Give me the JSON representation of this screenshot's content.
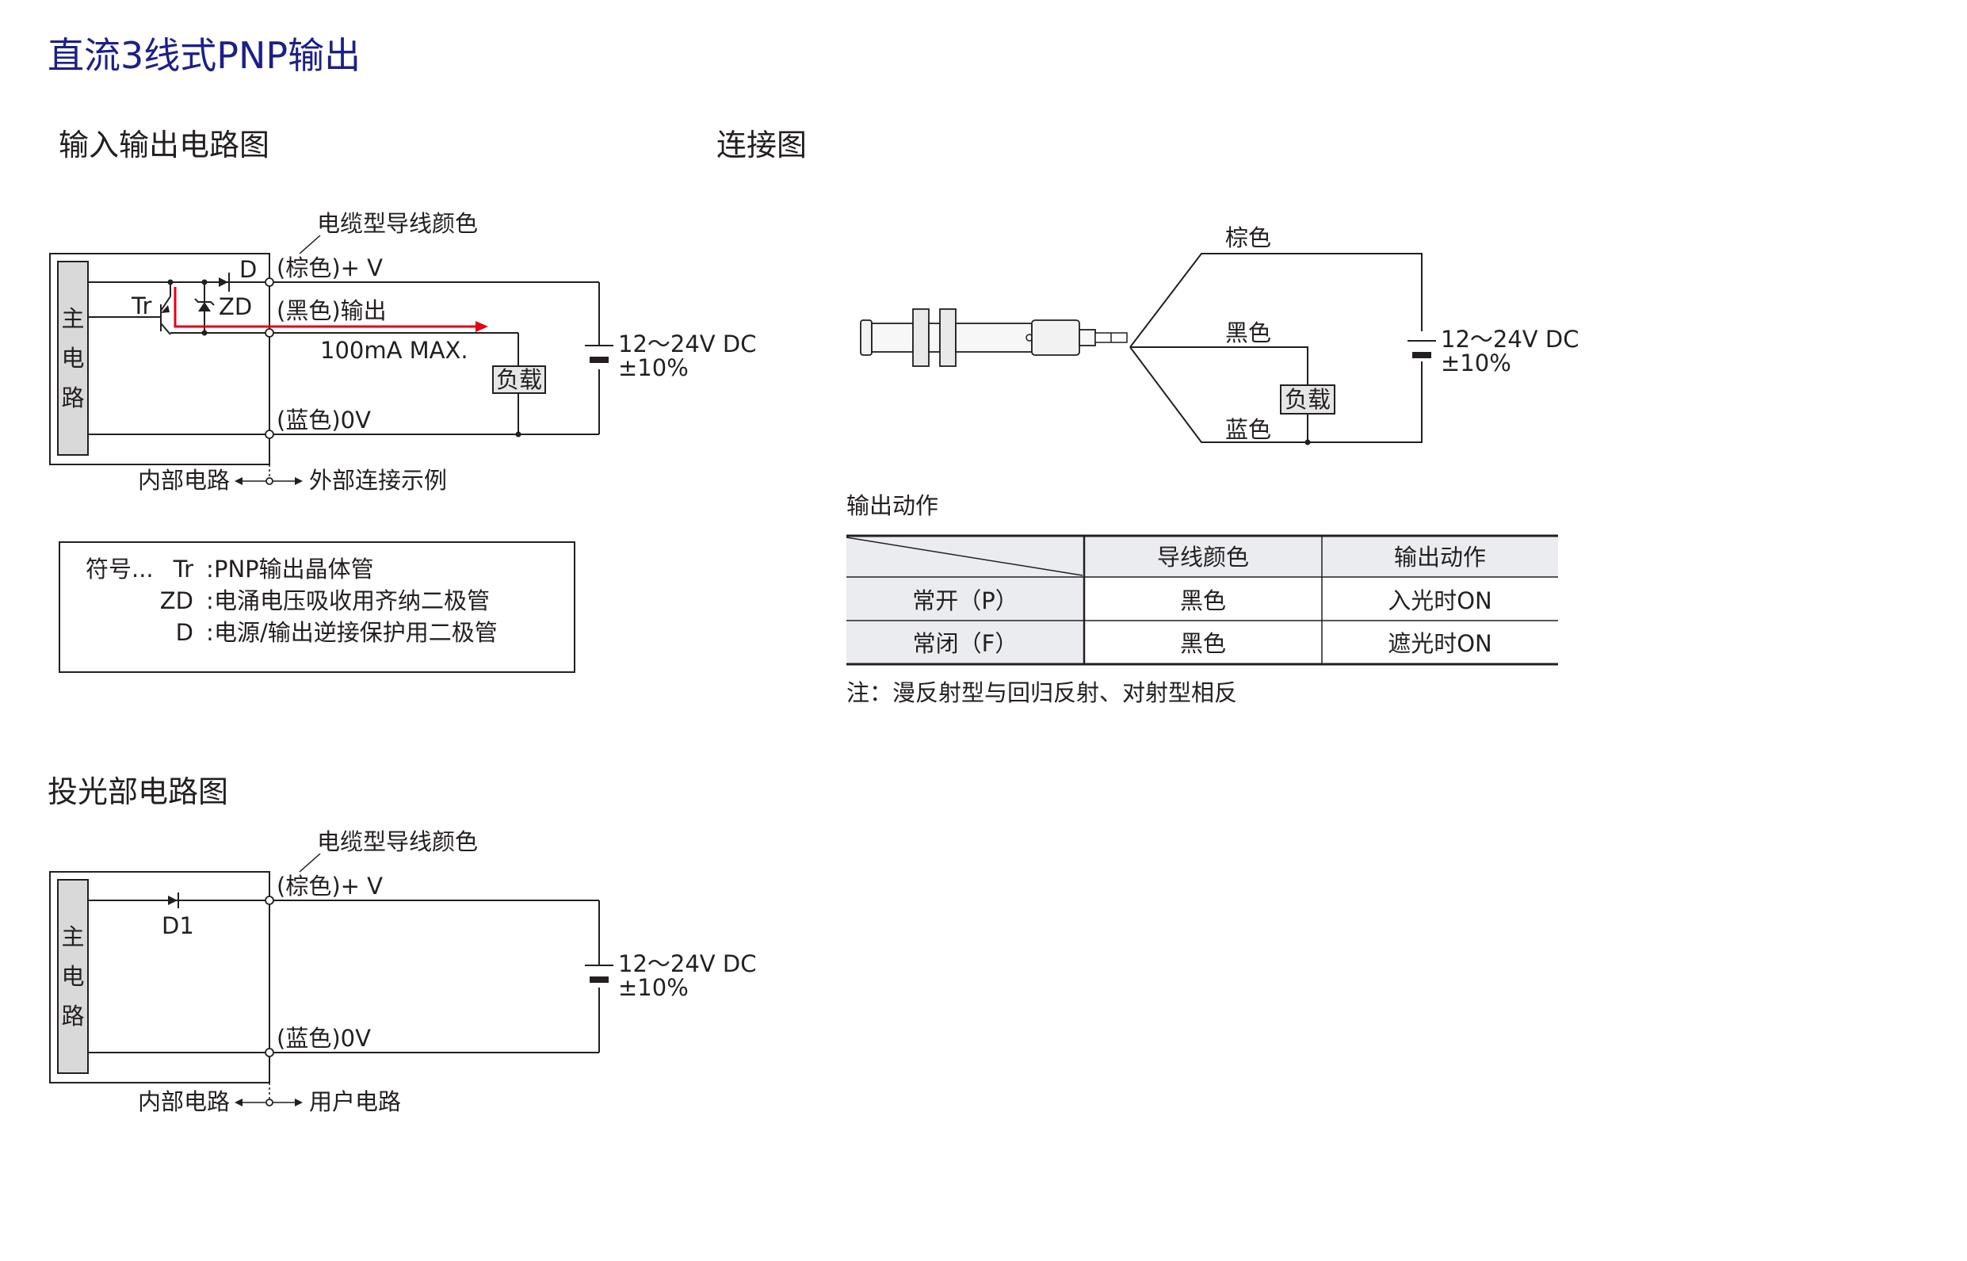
{
  "title": "直流3线式PNP输出",
  "io_circuit": {
    "heading": "输入输出电路图",
    "main_circuit_chars": [
      "主",
      "电",
      "路"
    ],
    "cable_color_label": "电缆型导线颜色",
    "brown_wire": "(棕色)+ V",
    "black_wire": "(黑色)输出",
    "blue_wire": "(蓝色)0V",
    "current": "100mA MAX.",
    "load": "负载",
    "supply_line1": "12～24V DC",
    "supply_line2": "±10%",
    "label_tr": "Tr",
    "label_d": "D",
    "label_zd": "ZD",
    "internal": "内部电路",
    "external": "外部连接示例"
  },
  "legend": {
    "prefix": "符号...",
    "items": [
      {
        "symbol": "Tr",
        "desc": "PNP输出晶体管"
      },
      {
        "symbol": "ZD",
        "desc": "电涌电压吸收用齐纳二极管"
      },
      {
        "symbol": "D",
        "desc": "电源/输出逆接保护用二极管"
      }
    ]
  },
  "connection": {
    "heading": "连接图",
    "brown": "棕色",
    "black": "黑色",
    "blue": "蓝色",
    "load": "负载",
    "supply_line1": "12～24V DC",
    "supply_line2": "±10%"
  },
  "output_action": {
    "heading": "输出动作",
    "headers": [
      "",
      "导线颜色",
      "输出动作"
    ],
    "rows": [
      {
        "mode": "常开（P）",
        "color": "黑色",
        "action": "入光时ON"
      },
      {
        "mode": "常闭（F）",
        "color": "黑色",
        "action": "遮光时ON"
      }
    ],
    "note": "注：漫反射型与回归反射、对射型相反"
  },
  "emitter": {
    "heading": "投光部电路图",
    "main_circuit_chars": [
      "主",
      "电",
      "路"
    ],
    "cable_color_label": "电缆型导线颜色",
    "brown_wire": "(棕色)+ V",
    "blue_wire": "(蓝色)0V",
    "diode": "D1",
    "supply_line1": "12～24V DC",
    "supply_line2": "±10%",
    "internal": "内部电路",
    "user": "用户电路"
  },
  "colors": {
    "title": "#1d2088",
    "output_path": "#e60012",
    "table_header_bg": "#eaecf0"
  }
}
